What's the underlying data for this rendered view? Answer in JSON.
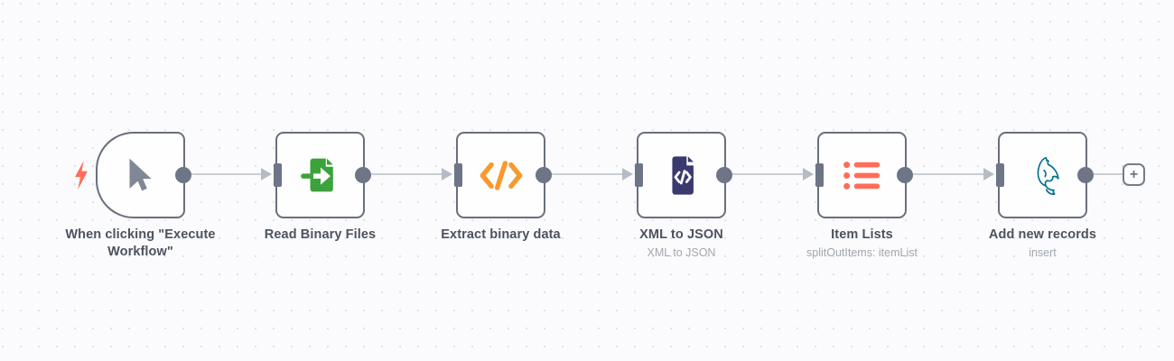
{
  "canvas": {
    "background_color": "#fbfbfd",
    "grid_dot_color": "#dfe2e7"
  },
  "workflow": {
    "nodes": [
      {
        "id": "trigger",
        "title": "When clicking \"Execute Workflow\"",
        "subtitle": "",
        "icon": "cursor-icon",
        "type": "trigger"
      },
      {
        "id": "readBinaryFiles",
        "title": "Read Binary Files",
        "subtitle": "",
        "icon": "file-import-icon",
        "type": "regular"
      },
      {
        "id": "extractBinaryData",
        "title": "Extract binary data",
        "subtitle": "",
        "icon": "code-brackets-icon",
        "type": "regular"
      },
      {
        "id": "xmlToJson",
        "title": "XML to JSON",
        "subtitle": "XML to JSON",
        "icon": "xml-document-icon",
        "type": "regular"
      },
      {
        "id": "itemLists",
        "title": "Item Lists",
        "subtitle": "splitOutItems: itemList",
        "icon": "bullet-list-icon",
        "type": "regular"
      },
      {
        "id": "addNewRecords",
        "title": "Add new records",
        "subtitle": "insert",
        "icon": "mysql-dolphin-icon",
        "type": "regular"
      }
    ],
    "connections": [
      [
        "trigger",
        "readBinaryFiles"
      ],
      [
        "readBinaryFiles",
        "extractBinaryData"
      ],
      [
        "extractBinaryData",
        "xmlToJson"
      ],
      [
        "xmlToJson",
        "itemLists"
      ],
      [
        "itemLists",
        "addNewRecords"
      ],
      [
        "addNewRecords",
        "add-node-button"
      ]
    ],
    "add_button_label": "+"
  },
  "colors": {
    "node_border": "#696f7e",
    "connector": "#6e7586",
    "connection_line": "#c9cdd4",
    "title_text": "#4c525e",
    "subtitle_text": "#a1a6ae",
    "trigger_bolt": "#ff6d5a",
    "cursor_icon": "#808796",
    "file_import_icon": "#3ca33c",
    "code_brackets_icon": "#f8992e",
    "xml_document_icon": "#3b3a6f",
    "bullet_list_icon": "#ff6d5a",
    "mysql_icon": "#01718c"
  }
}
